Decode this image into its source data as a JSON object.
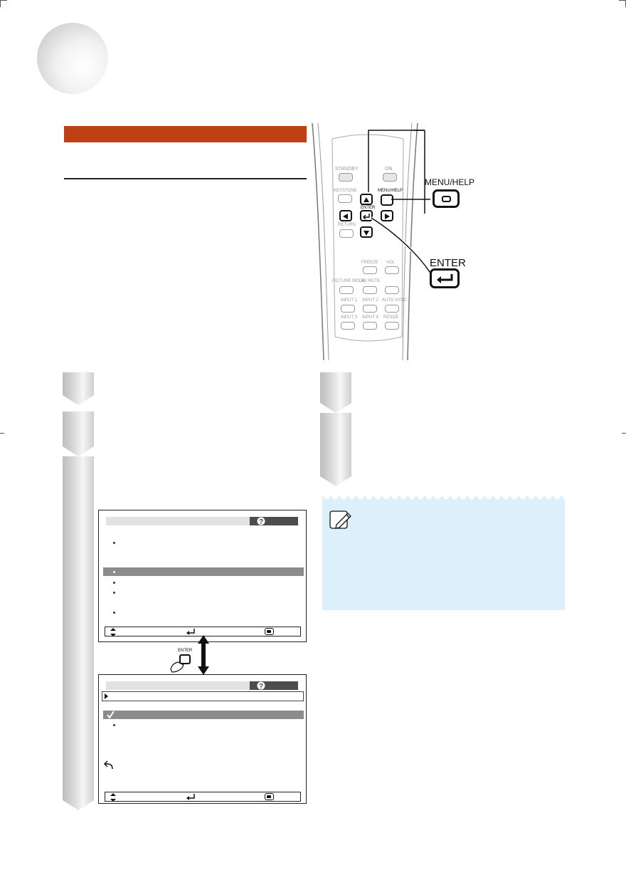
{
  "remote": {
    "labels": {
      "standby": "STANDBY",
      "on": "ON",
      "keystone": "KEYSTONE",
      "menu_help": "MENU/HELP",
      "enter": "ENTER",
      "return": "RETURN",
      "freeze": "FREEZE",
      "vol": "VOL",
      "picture_mode": "PICTURE MODE",
      "av_mute": "AV MUTE",
      "input1": "INPUT 1",
      "input2": "INPUT 2",
      "auto_sync": "AUTO SYNC",
      "input3": "INPUT 3",
      "input4": "INPUT 4",
      "resize": "RESIZE"
    },
    "callouts": {
      "menu_help": "MENU/HELP",
      "enter": "ENTER"
    }
  },
  "hand_enter_label": "ENTER",
  "icons": {
    "help": "question-icon",
    "arrows": "up-down-arrow-icon",
    "enter": "enter-key-icon",
    "menu": "menu-button-icon",
    "return": "return-arrow-icon",
    "check": "checkmark-icon",
    "note": "pencil-note-icon"
  },
  "colors": {
    "section_bar": "#be4015",
    "note_bg": "#dcf0fb",
    "osd_selected_row": "#8c8c8c"
  }
}
